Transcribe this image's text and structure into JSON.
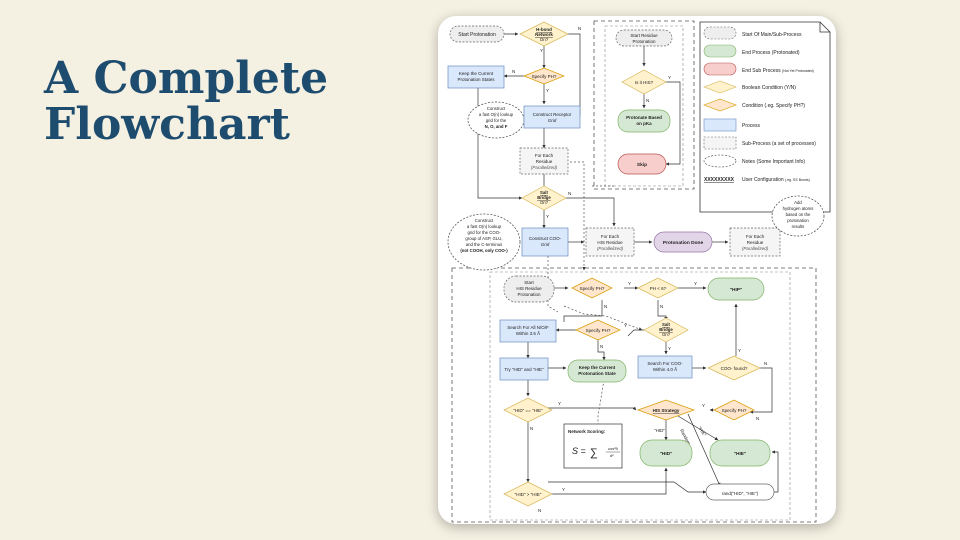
{
  "slide": {
    "title_line1": "A Complete",
    "title_line2": "Flowchart"
  },
  "colors": {
    "accent": "#1d4c6e",
    "start_fill": "#eeeeee",
    "end_fill": "#d5e8d4",
    "end_sub_fill": "#f8cecc",
    "decision_fill": "#fff2cc",
    "process_fill": "#dae8fc",
    "done_fill": "#e1d5e7"
  },
  "legend": {
    "start": "Start Of Main/Sub-Process",
    "end": "End Process (Protonated)",
    "end_sub": "End Sub Process",
    "end_sub_note": "(Not Yet Protonated)",
    "bool": "Boolean Condition (Y/N)",
    "cond": "Condition (.eg. Specify PH?)",
    "process": "Process",
    "subprocess": "Sub-Process (a set of processes)",
    "notes": "Notes (Some Important Info)",
    "user_config_sample": "XXXXXXXXX",
    "user_config": "User Configuration",
    "user_config_note": "(.eg. SS Bonds)"
  },
  "nodes": {
    "start_protonation": "Start Protonation",
    "hbond_1": "H-bond",
    "hbond_2": "Network",
    "hbond_3": "On?",
    "specify_ph_1": "Specify PH?",
    "keep_state_1": "Keep the Current",
    "keep_state_2": "Protonation States",
    "note1_1": "Construct",
    "note1_2": "a fast O(n) lookup",
    "note1_3": "grid for the",
    "note1_4": "N, O, and F",
    "receptor_grid_1": "Construct Receptor",
    "receptor_grid_2": "Grid",
    "each_residue_1": "For Each",
    "each_residue_2": "Residue",
    "each_residue_3": "(Parallelized)",
    "start_residue_1": "Start Residue",
    "start_residue_2": "Protonation",
    "is_his": "Is it HIS?",
    "protonate_pka_1": "Protonate Based",
    "protonate_pka_2": "on pKa",
    "skip": "Skip",
    "salt_bridge_1": "Salt",
    "salt_bridge_2": "Bridge",
    "salt_bridge_3": "On?",
    "note2_1": "Construct",
    "note2_2": "a fast O(n) lookup",
    "note2_3": "grid for the COO-",
    "note2_4": "group of ASP, GLU,",
    "note2_5": "and the C-terminus",
    "note2_6": "(not COOH, only COO-)",
    "coo_grid_1": "Construct COO-",
    "coo_grid_2": "Grid",
    "each_his_1": "For Each",
    "each_his_2": "HIS Residue",
    "each_his_3": "(Parallelized)",
    "protonation_done": "Protonation Done",
    "each_residue_b_1": "For Each",
    "each_residue_b_2": "Residue",
    "each_residue_b_3": "(Parallelized)",
    "note3_1": "Add",
    "note3_2": "hydrogen atoms",
    "note3_3": "based on the",
    "note3_4": "protonation",
    "note3_5": "results",
    "start_his_1": "Start",
    "start_his_2": "HIS Residue",
    "start_his_3": "Protonation",
    "specify_ph_2": "Specify PH?",
    "ph_lt_6": "PH < 6?",
    "hip": "\"HIP\"",
    "specify_ph_3": "Specify PH?",
    "salt_bridge_b_1": "Salt",
    "salt_bridge_b_2": "Bridge",
    "salt_bridge_b_3": "On?",
    "search_ndp_1": "Search For All N/O/F",
    "search_ndp_2": "Within 3.5 Å",
    "try_hid_hie": "Try \"HID\" and \"HIE\"",
    "keep_state_b_1": "Keep the Current",
    "keep_state_b_2": "Protonation State",
    "search_coo_1": "Search For COO-",
    "search_coo_2": "Within 4.0 Å",
    "coo_found": "COO- found?",
    "hid_eq_hie": "\"HID\" == \"HIE\"",
    "his_strategy": "HIS Strategy",
    "specify_ph_4": "Specify PH?",
    "network_scoring": "Network Scoring:",
    "hid_label": "\"HID\"",
    "hie_label": "\"HIE\"",
    "random_label": "Random",
    "hid_end": "\"HID\"",
    "hie_end": "\"HIE\"",
    "hid_gt_hie": "\"HID\" > \"HIE\"",
    "rand_choice": "rand(\"HID\", \"HIE\")"
  },
  "edges": {
    "y": "Y",
    "n": "N"
  }
}
